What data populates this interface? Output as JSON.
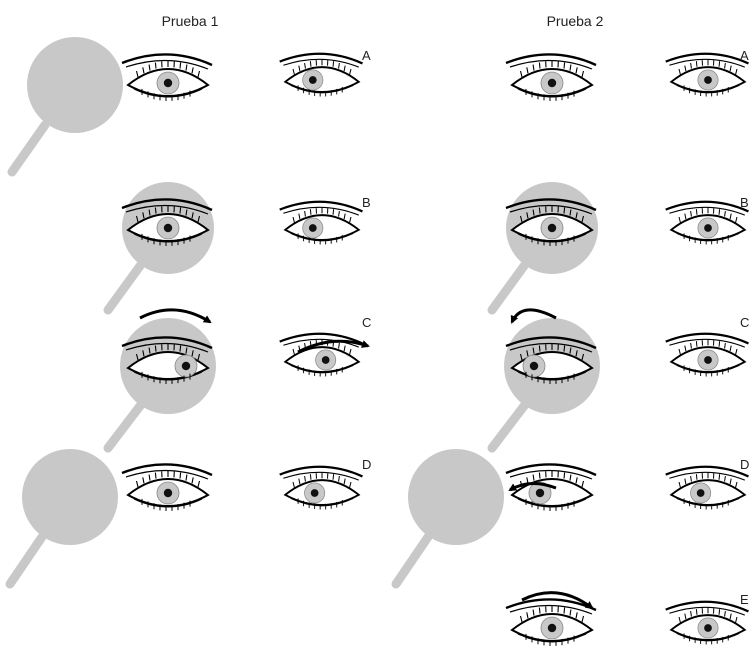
{
  "titles": {
    "test1": "Prueba 1",
    "test2": "Prueba 2"
  },
  "letters": {
    "a1": "A",
    "b1": "B",
    "c1": "C",
    "d1": "D",
    "a2": "A",
    "b2": "B",
    "c2": "C",
    "d2": "D",
    "e2": "E"
  },
  "colors": {
    "occluder": "#c8c8c8",
    "line": "#000000",
    "iris": "#c8c8c8",
    "pupil": "#111111"
  }
}
